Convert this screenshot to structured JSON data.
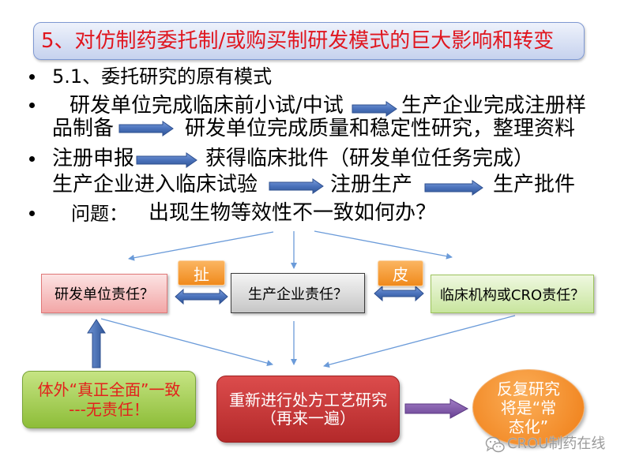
{
  "title": "5、对仿制药委托制/或购买制研发模式的巨大影响和转变",
  "bullet_list": {
    "item1": {
      "text": "5.1、委托研究的原有模式"
    },
    "item2": {
      "line1": [
        "研发单位完成临床前小试/中试",
        "生产企业完成注册样"
      ],
      "line2": [
        "品制备",
        "研发单位完成质量和稳定性研究，整理资料"
      ]
    },
    "item3": {
      "line1": [
        "注册申报",
        "获得临床批件（研发单位任务完成）"
      ],
      "line2": [
        "生产企业进入临床试验",
        "注册生产",
        "生产批件"
      ]
    },
    "item4": {
      "label": "问题：",
      "text": "出现生物等效性不一致如何办？"
    }
  },
  "diagram": {
    "responsibility_boxes": {
      "rd_unit": "研发单位责任？",
      "manufacturer": "生产企业责任？",
      "clinical_cro": "临床机构或CRO责任？"
    },
    "tags": {
      "left": "扯",
      "right": "皮"
    },
    "outcomes": {
      "in_vitro": {
        "line1": "体外“真正全面”一致",
        "line2": "---无责任！"
      },
      "redo": {
        "line1": "重新进行处方工艺研究",
        "line2": "（再来一遍）"
      },
      "normalized": {
        "line1": "反复研究",
        "line2": "将是“常",
        "line3": "态化”"
      }
    }
  },
  "watermark": {
    "text": "CROU制药在线"
  },
  "icons": {
    "bullet": "bullet-dot",
    "flow_arrow": "arrow-right-icon",
    "double_arrow": "double-arrow-icon",
    "watermark": "wechat-icon"
  },
  "colors": {
    "title_text": "#e0161f",
    "arrow_blue": "#3c64ac",
    "outcome_text_red": "#e3211c",
    "orange_tag": "#f08a1c",
    "purple_arrow": "#7f52a8"
  }
}
